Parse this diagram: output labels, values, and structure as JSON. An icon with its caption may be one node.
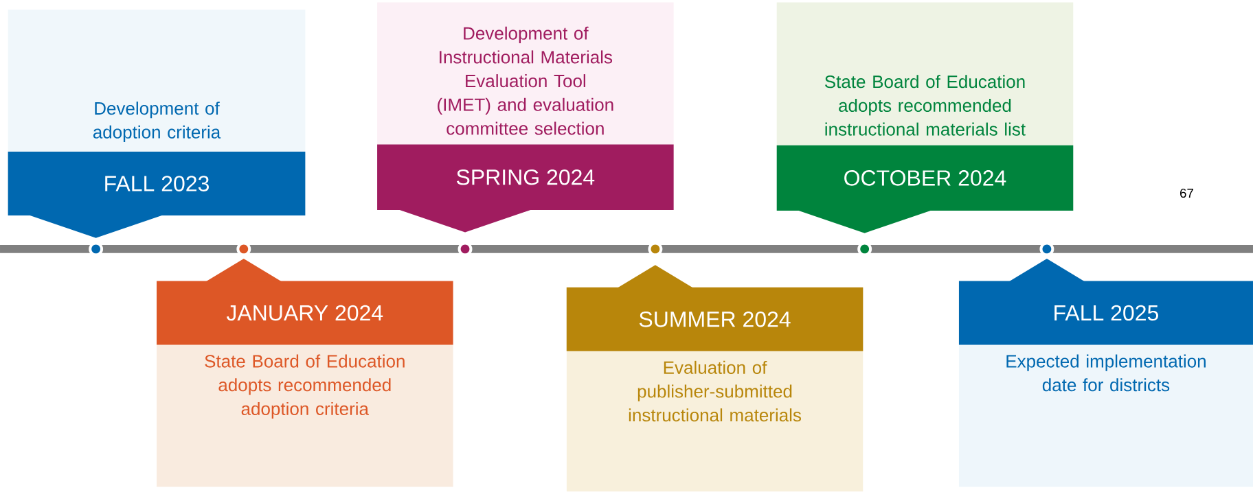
{
  "diagram": {
    "nodes": [
      {
        "text": [
          "Development of adoption criteria",
          "FALL 2023"
        ]
      },
      {
        "text": [
          "JANUARY 2024",
          "State Board of Education adopts recommended adoption criteria"
        ]
      },
      {
        "text": [
          "Development of Instructional Materials Evaluation Tool (IMET) and evaluation committee selection",
          "SPRING 2024"
        ]
      },
      {
        "text": [
          "SUMMER 2024",
          "Evaluation of publisher-submitted instructional materials"
        ]
      },
      {
        "text": [
          "State Board of Education adopts recommended instructional materials list",
          "OCTOBER 2024"
        ]
      },
      {
        "text": [
          "FALL 2025",
          "Expected implementation date for districts"
        ]
      }
    ],
    "labels": [
      "67"
    ]
  }
}
